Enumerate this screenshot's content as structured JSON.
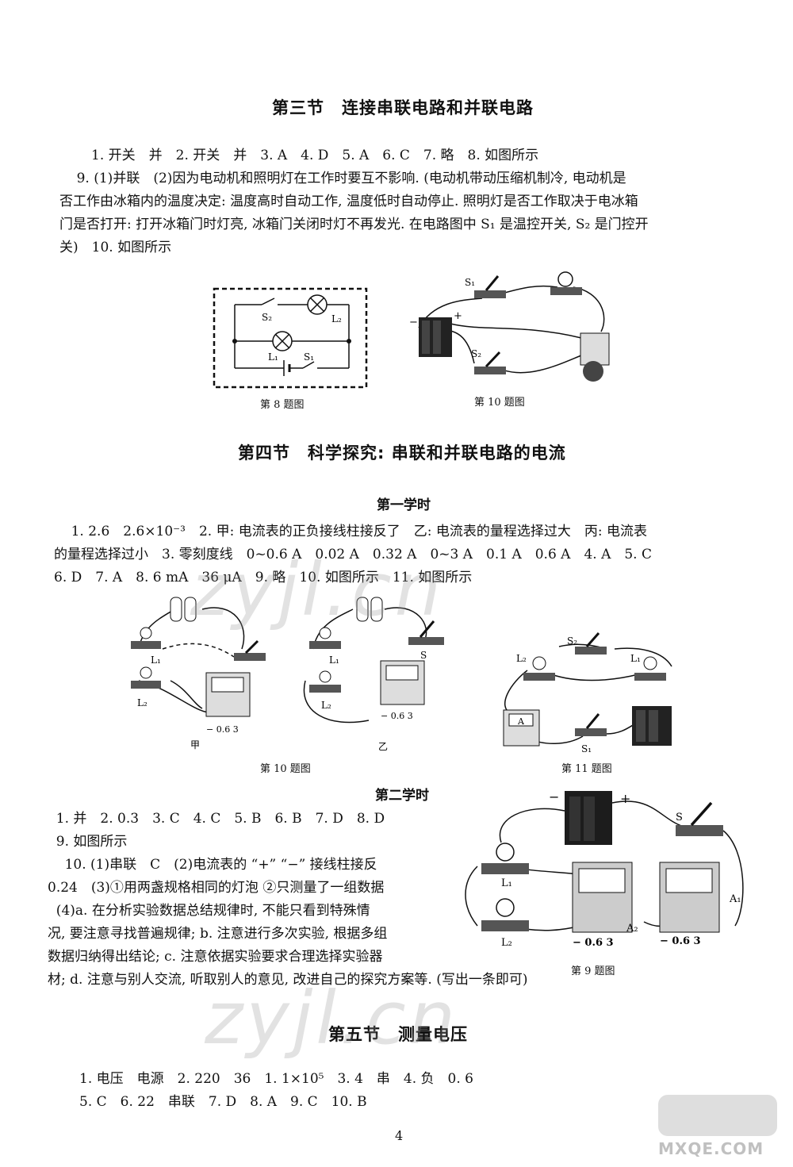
{
  "section3": {
    "title": "第三节　连接串联电路和并联电路",
    "answers": [
      "1. 开关　并　2. 开关　并　3. A　4. D　5. A　6. C　7. 略　8. 如图所示",
      "    9. (1)并联　(2)因为电动机和照明灯在工作时要互不影响. (电动机带动压缩机制冷, 电动机是",
      "否工作由冰箱内的温度决定: 温度高时自动工作, 温度低时自动停止. 照明灯是否工作取决于电冰箱",
      "门是否打开: 打开冰箱门时灯亮, 冰箱门关闭时灯不再发光. 在电路图中 S₁ 是温控开关, S₂ 是门控开",
      "关)　10. 如图所示"
    ],
    "fig8": {
      "caption": "第 8 题图",
      "labels": {
        "s2": "S₂",
        "l2": "L₂",
        "l1": "L₁",
        "s1": "S₁"
      }
    },
    "fig10": {
      "caption": "第 10 题图",
      "labels": {
        "s1": "S₁",
        "s2": "S₂",
        "minus": "−",
        "plus": "+"
      }
    }
  },
  "section4": {
    "title": "第四节　科学探究: 串联和并联电路的电流",
    "lesson1": {
      "title": "第一学时",
      "answers": [
        "    1. 2.6　2.6×10⁻³　2. 甲: 电流表的正负接线柱接反了　乙: 电流表的量程选择过大　丙: 电流表",
        "的量程选择过小　3. 零刻度线　0~0.6 A　0.02 A　0.32 A　0~3 A　0.1 A　0.6 A　4. A　5. C",
        "6. D　7. A　8. 6 mA　36 μA　9. 略　10. 如图所示　11. 如图所示"
      ],
      "fig10": {
        "caption": "第 10 题图",
        "jia": "甲",
        "yi": "乙",
        "l1": "L₁",
        "l2": "L₂",
        "s": "S",
        "scale": "− 0.6 3"
      },
      "fig11": {
        "caption": "第 11 题图",
        "s1": "S₁",
        "s2": "S₂",
        "l1": "L₁",
        "l2": "L₂",
        "a": "A"
      }
    },
    "lesson2": {
      "title": "第二学时",
      "answers": [
        "  1. 并　2. 0.3　3. C　4. C　5. B　6. B　7. D　8. D",
        "  9. 如图所示",
        "    10. (1)串联　C　(2)电流表的 “+” “−” 接线柱接反",
        "0.24　(3)①用两盏规格相同的灯泡 ②只测量了一组数据",
        "  (4)a. 在分析实验数据总结规律时, 不能只看到特殊情",
        "况, 要注意寻找普遍规律; b. 注意进行多次实验, 根据多组",
        "数据归纳得出结论; c. 注意依据实验要求合理选择实验器",
        "材; d. 注意与别人交流, 听取别人的意见, 改进自己的探究方案等. (写出一条即可)"
      ],
      "fig9": {
        "caption": "第 9 题图",
        "s": "S",
        "l1": "L₁",
        "l2": "L₂",
        "a1": "A₁",
        "a2": "A₂",
        "scale": "− 0.6 3",
        "minus": "−",
        "plus": "+"
      }
    }
  },
  "section5": {
    "title": "第五节　测量电压",
    "answers": [
      "1. 电压　电源　2. 220　36　1. 1×10⁵　3. 4　串　4. 负　0. 6",
      "5. C　6. 22　串联　7. D　8. A　9. C　10. B"
    ]
  },
  "page_number": "4",
  "watermarks": [
    "zyjl.cn",
    "zyjl.cn"
  ],
  "logo": "MXQE.COM"
}
